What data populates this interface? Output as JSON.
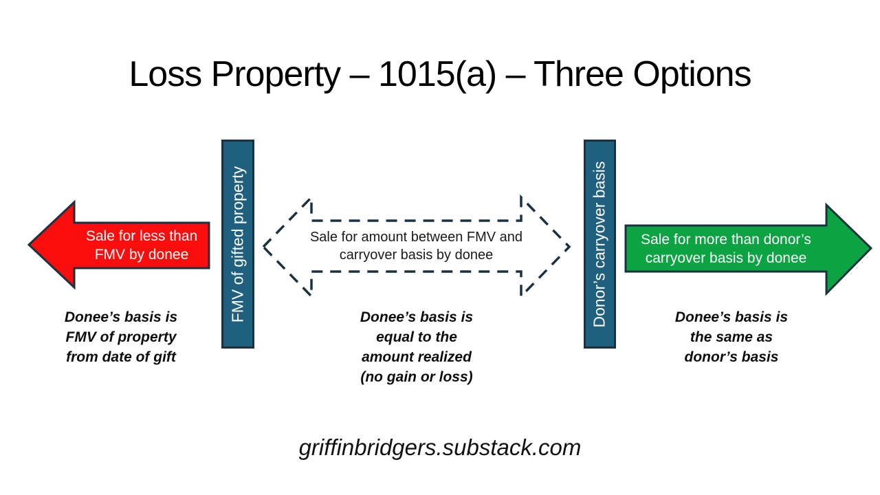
{
  "slide": {
    "title": "Loss Property – 1015(a) – Three Options",
    "footer": "griffinbridgers.substack.com"
  },
  "colors": {
    "red_arrow_fill": "#F90D0D",
    "green_arrow_fill": "#0CA443",
    "bar_fill": "#1F607F",
    "outline_navy": "#1A3140",
    "arrow_text_white": "#FFFFFF",
    "text_black": "#000000"
  },
  "bars": {
    "left_label": "FMV of gifted property",
    "right_label": "Donor’s carryover basis"
  },
  "left_option": {
    "arrow_line1": "Sale for less than",
    "arrow_line2": "FMV by donee",
    "note_line1": "Donee’s basis is",
    "note_line2": "FMV of property",
    "note_line3": "from date of gift"
  },
  "middle_option": {
    "arrow_line1": "Sale for amount between FMV and",
    "arrow_line2": "carryover basis by donee",
    "note_line1": "Donee’s basis is",
    "note_line2": "equal to the",
    "note_line3": "amount realized",
    "note_line4": "(no gain or loss)"
  },
  "right_option": {
    "arrow_line1": "Sale for more than donor’s",
    "arrow_line2": "carryover basis by donee",
    "note_line1": "Donee’s basis is",
    "note_line2": "the same as",
    "note_line3": "donor’s basis"
  }
}
